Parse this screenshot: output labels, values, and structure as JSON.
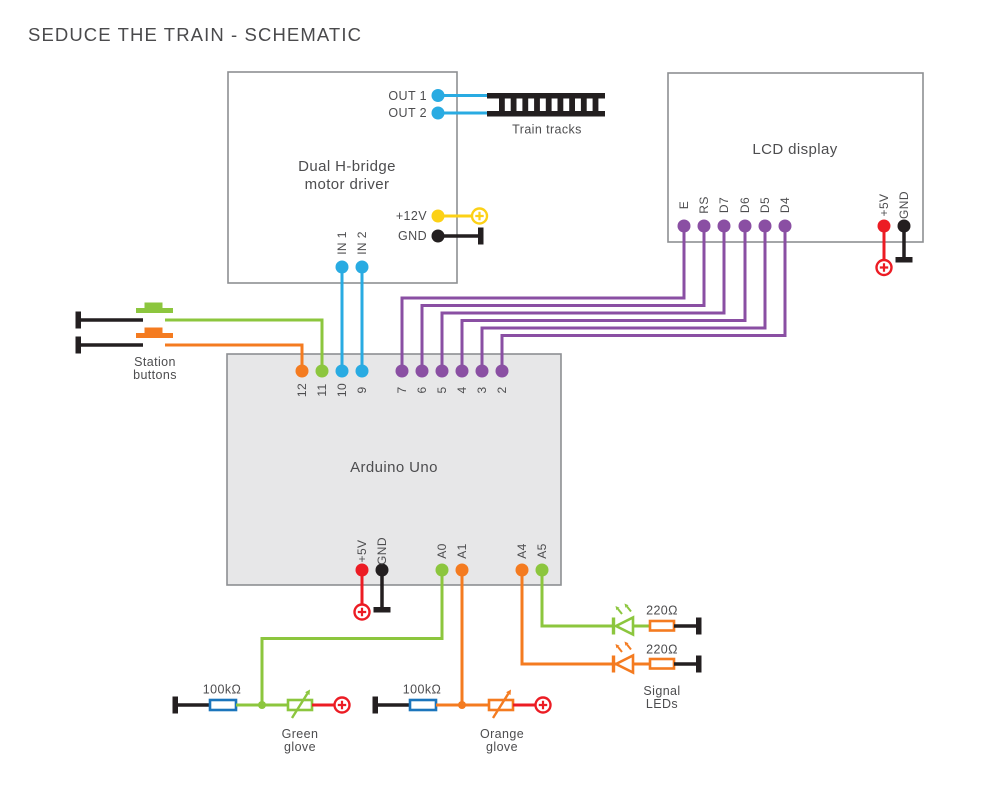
{
  "title": "SEDUCE THE TRAIN - SCHEMATIC",
  "colors": {
    "cyan": "#29abe2",
    "green": "#8cc63e",
    "orange": "#f47b20",
    "purple": "#8a4fa3",
    "red": "#ec1c24",
    "yellow": "#fcd116",
    "blue": "#1b75bc",
    "black": "#231f20",
    "gray_border": "#8d8f92",
    "gray_fill": "#e7e7e8",
    "text": "#4d4d4f"
  },
  "motor_driver": {
    "name": [
      "Dual H-bridge",
      "motor driver"
    ],
    "pin_out1": "OUT 1",
    "pin_out2": "OUT 2",
    "pin_12v": "+12V",
    "pin_gnd": "GND",
    "pin_in1": "IN 1",
    "pin_in2": "IN 2"
  },
  "train_tracks": {
    "label": "Train tracks"
  },
  "lcd": {
    "name": "LCD display",
    "data_pins": [
      "E",
      "RS",
      "D7",
      "D6",
      "D5",
      "D4"
    ],
    "pin_5v": "+5V",
    "pin_gnd": "GND"
  },
  "arduino": {
    "name": "Arduino Uno",
    "digital_pins": [
      "12",
      "11",
      "10",
      "9",
      "7",
      "6",
      "5",
      "4",
      "3",
      "2"
    ],
    "pin_5v": "+5V",
    "pin_gnd": "GND",
    "analog_pins": [
      "A0",
      "A1",
      "A4",
      "A5"
    ]
  },
  "station_buttons": {
    "label": [
      "Station",
      "buttons"
    ]
  },
  "signal_leds": {
    "label": [
      "Signal",
      "LEDs"
    ],
    "resistor_top": "220Ω",
    "resistor_bottom": "220Ω"
  },
  "green_glove": {
    "label": [
      "Green",
      "glove"
    ],
    "resistor": "100kΩ"
  },
  "orange_glove": {
    "label": [
      "Orange",
      "glove"
    ],
    "resistor": "100kΩ"
  }
}
